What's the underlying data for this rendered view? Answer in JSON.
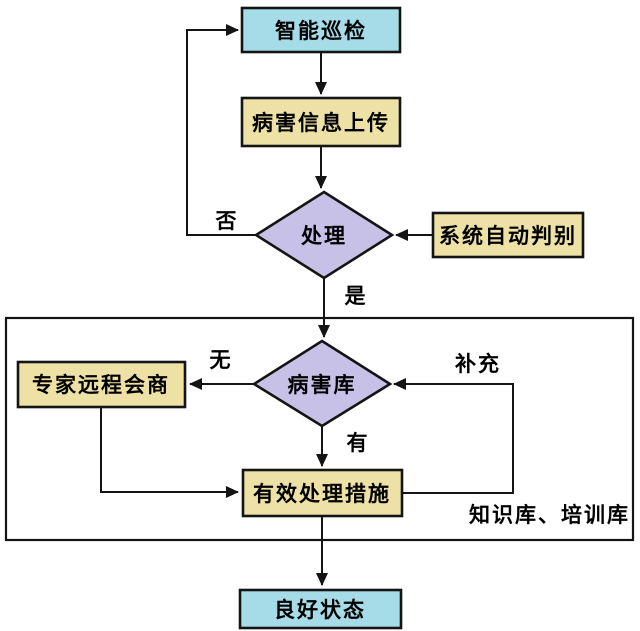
{
  "colors": {
    "node_blue": "#a6dbe8",
    "node_cream": "#eee1a6",
    "node_purple": "#c8c1e7",
    "line": "#141414",
    "background": "#ffffff"
  },
  "nodes": {
    "intelligent_inspection": "智能巡检",
    "disease_info_upload": "病害信息上传",
    "handle_decision": "处理",
    "system_auto_judgment": "系统自动判别",
    "expert_remote_consultation": "专家远程会商",
    "disease_library": "病害库",
    "effective_measures": "有效处理措施",
    "good_condition": "良好状态"
  },
  "edge_labels": {
    "no": "否",
    "yes": "是",
    "none": "无",
    "have": "有",
    "supplement": "补充"
  },
  "container": {
    "label": "知识库、培训库"
  }
}
